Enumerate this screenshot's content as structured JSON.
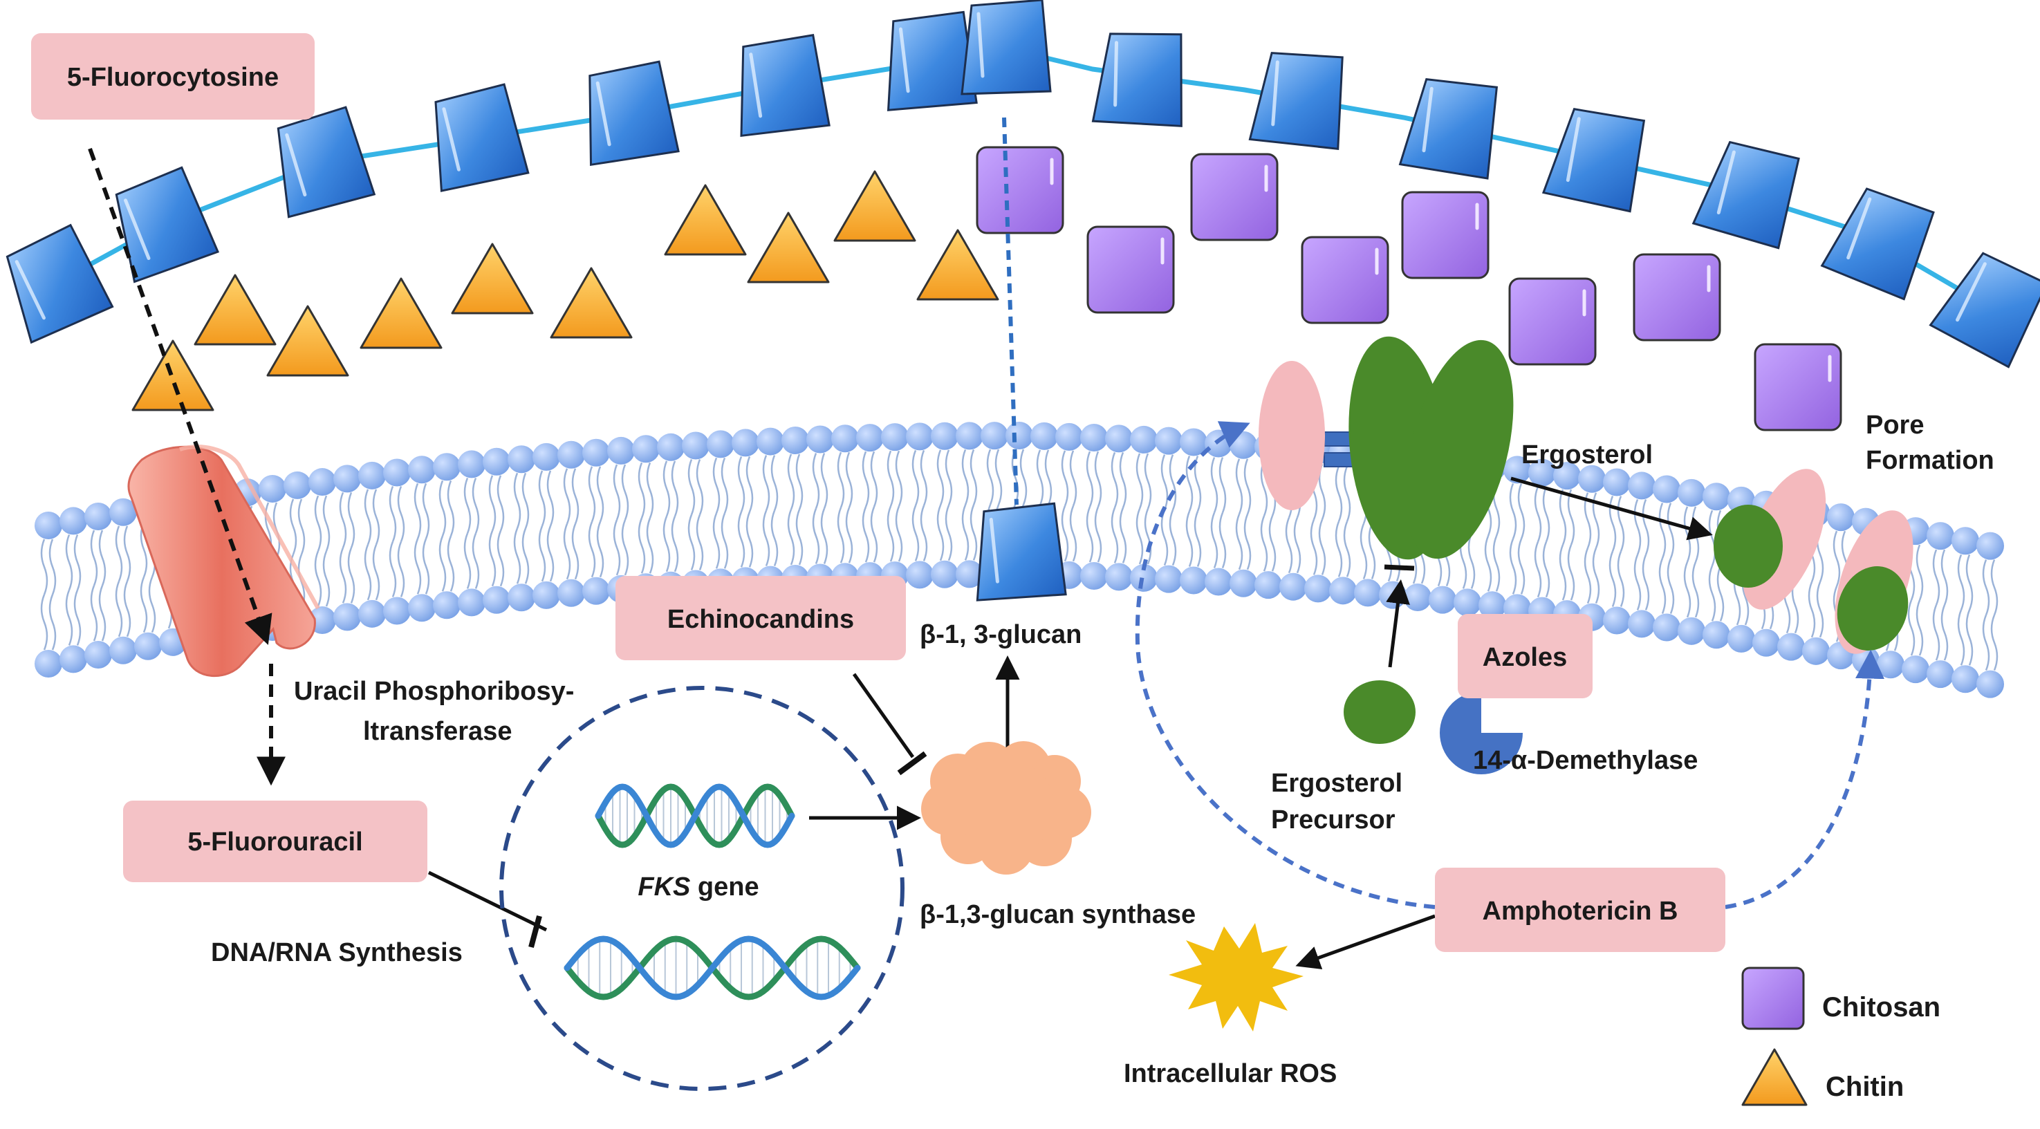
{
  "drugs": {
    "fluorocytosine": "5-Fluorocytosine",
    "fluorouracil": "5-Fluorouracil",
    "echinocandins": "Echinocandins",
    "azoles": "Azoles",
    "amphotericin": "Amphotericin B"
  },
  "labels": {
    "uracil_line1": "Uracil Phosphoribosy-",
    "uracil_line2": "ltransferase",
    "dna_rna": "DNA/RNA Synthesis",
    "fks_italic": "FKS",
    "fks_rest": " gene",
    "glucan_synthase": "β-1,3-glucan synthase",
    "glucan": "β-1, 3-glucan",
    "ergosterol": "Ergosterol",
    "pore_line1": "Pore",
    "pore_line2": "Formation",
    "demethylase": "14-α-Demethylase",
    "precursor_line1": "Ergosterol",
    "precursor_line2": "Precursor",
    "ros": "Intracellular ROS"
  },
  "legend": {
    "chitosan": "Chitosan",
    "chitin": "Chitin"
  },
  "colors": {
    "drug_box": "#f4c2c6",
    "glucan_block": "#4a90d9",
    "chitosan": "#a878e8",
    "chitin": "#f5a623",
    "ergosterol": "#4a8a2a",
    "lipid_head": "#8fb4ec",
    "synthase": "#f8b48a",
    "ros": "#f2bd0f",
    "dashed_arrow": "#4a72c8",
    "circle": "#2b4a8a",
    "enzyme": "#4572c4"
  }
}
